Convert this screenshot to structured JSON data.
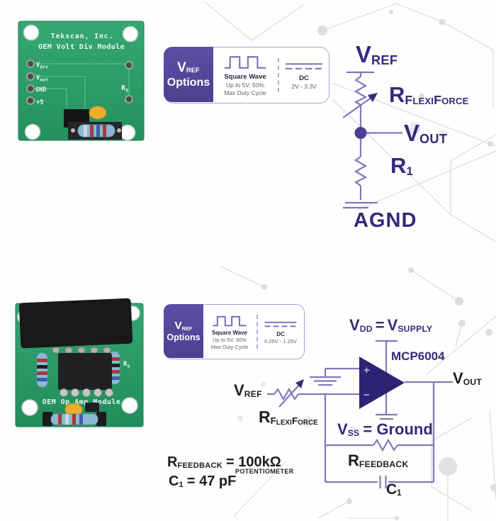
{
  "pcb_top": {
    "title1": "Tekscan, Inc.",
    "title2": "OEM Volt Div Module",
    "pin1_m": "V",
    "pin1_s": "drv",
    "pin2_m": "V",
    "pin2_s": "out",
    "pin3": "GND",
    "pin4": "+5",
    "rs_m": "R",
    "rs_s": "s"
  },
  "pcb_bottom": {
    "title": "OEM Op Amp Module",
    "rs_m": "R",
    "rs_s": "s"
  },
  "vref_box_top": {
    "v": "V",
    "v_sub": "REF",
    "options": "Options",
    "sq_title": "Square Wave",
    "sq_line1": "Up to 5V, 50%",
    "sq_line2": "Max Duty Cycle",
    "dc_title": "DC",
    "dc_range": "2V - 3.3V"
  },
  "vref_box_bottom": {
    "v": "V",
    "v_sub": "REF",
    "options": "Options",
    "sq_title": "Square Wave",
    "sq_line1": "Up to 5V, 50%",
    "sq_line2": "Max Duty Cycle",
    "dc_title": "DC",
    "dc_range": "0.25V - 1.25V"
  },
  "circuit_top": {
    "vref_m": "V",
    "vref_s": "REF",
    "rflexi_m": "R",
    "rflexi_f1": "F",
    "rflexi_p1": "LEXI",
    "rflexi_f2": "F",
    "rflexi_p2": "ORCE",
    "vout_m": "V",
    "vout_s": "OUT",
    "r1_m": "R",
    "r1_s": "1",
    "agnd": "AGND"
  },
  "circuit_bottom": {
    "vdd_m1": "V",
    "vdd_s1": "DD",
    "vdd_eq": "=",
    "vdd_m2": "V",
    "vdd_s2": "SUPPLY",
    "chip": "MCP6004",
    "plus": "+",
    "minus": "−",
    "vref_m": "V",
    "vref_s": "REF",
    "rflexi_m": "R",
    "rflexi_f1": "F",
    "rflexi_p1": "LEXI",
    "rflexi_f2": "F",
    "rflexi_p2": "ORCE",
    "vout_m": "V",
    "vout_s": "OUT",
    "vss_m": "V",
    "vss_s": "SS",
    "vss_eq": "= Ground",
    "rfb_m": "R",
    "rfb_s": "FEEDBACK",
    "c1_m": "C",
    "c1_s": "1"
  },
  "equations": {
    "rfb_m": "R",
    "rfb_s": "FEEDBACK",
    "rfb_val": "= 100kΩ",
    "rfb_note": "POTENTIOMETER",
    "c1_m": "C",
    "c1_s": "1",
    "c1_val": "= 47 pF"
  },
  "colors": {
    "label_navy": "#322b7b",
    "wire_purple": "#8781ba",
    "opamp_fill": "#2b2472",
    "label_black": "#1d1d1f",
    "card_purple": "#564a9e",
    "pcb_green": "#2e9e6e",
    "pattern_gray": "#e3e3e8"
  }
}
